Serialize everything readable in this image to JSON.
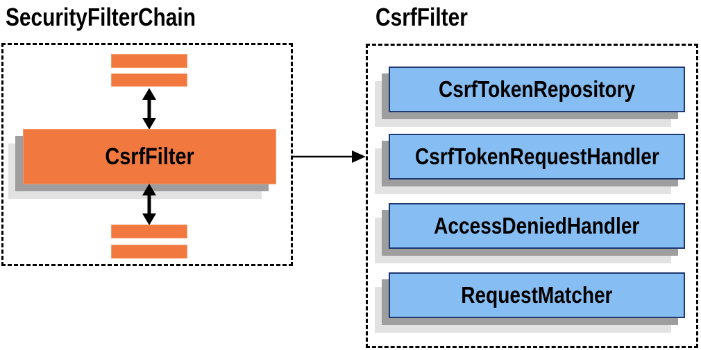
{
  "colors": {
    "orange": "#F1793F",
    "orange-border": "#F59C6B",
    "blue": "#86BDF3",
    "blue-border": "#1F3870",
    "shadow-dark": "#9E9E9E",
    "shadow-light": "#E2E2E2",
    "line": "#000000"
  },
  "left_panel": {
    "title": "SecurityFilterChain",
    "filter": {
      "label": "CsrfFilter"
    }
  },
  "right_panel": {
    "title": "CsrfFilter",
    "components": [
      {
        "label": "CsrfTokenRepository"
      },
      {
        "label": "CsrfTokenRequestHandler"
      },
      {
        "label": "AccessDeniedHandler"
      },
      {
        "label": "RequestMatcher"
      }
    ]
  }
}
